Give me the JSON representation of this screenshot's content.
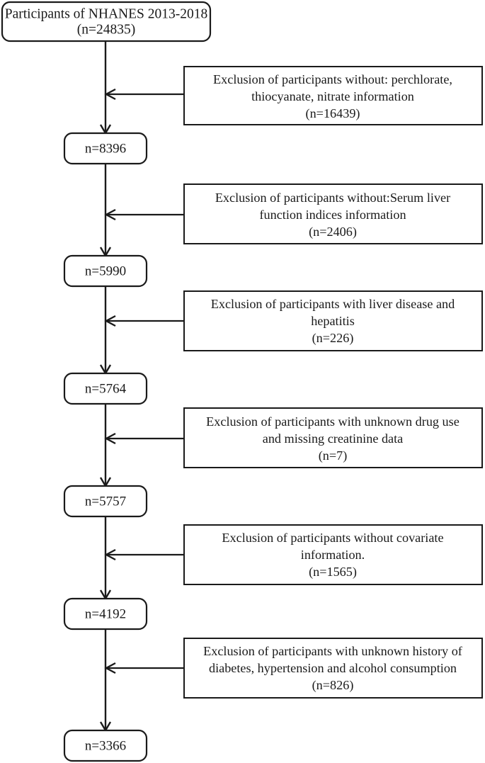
{
  "figure": {
    "type": "flowchart",
    "orientation": "vertical-with-right-exclusions",
    "title_node": {
      "line1": "Participants of NHANES 2013-2018",
      "line2": "(n=24835)"
    },
    "nodes": [
      {
        "label": "n=8396"
      },
      {
        "label": "n=5990"
      },
      {
        "label": "n=5764"
      },
      {
        "label": "n=5757"
      },
      {
        "label": "n=4192"
      },
      {
        "label": "n=3366"
      }
    ],
    "exclusions": [
      {
        "line1": "Exclusion of participants without: perchlorate,",
        "line2": "thiocyanate, nitrate information",
        "line3": "(n=16439)"
      },
      {
        "line1": "Exclusion of participants without:Serum liver",
        "line2": "function indices information",
        "line3": "(n=2406)"
      },
      {
        "line1": "Exclusion of participants with liver disease and",
        "line2": "hepatitis",
        "line3": "(n=226)"
      },
      {
        "line1": "Exclusion of participants with unknown drug use",
        "line2": "and missing creatinine data",
        "line3": "(n=7)"
      },
      {
        "line1": "Exclusion of participants without covariate",
        "line2": "information.",
        "line3": "(n=1565)"
      },
      {
        "line1": "Exclusion of participants with unknown history of",
        "line2": "diabetes, hypertension and alcohol consumption",
        "line3": "(n=826)"
      }
    ],
    "colors": {
      "stroke": "#1a1a1a",
      "fill": "#ffffff",
      "background": "#ffffff"
    }
  }
}
